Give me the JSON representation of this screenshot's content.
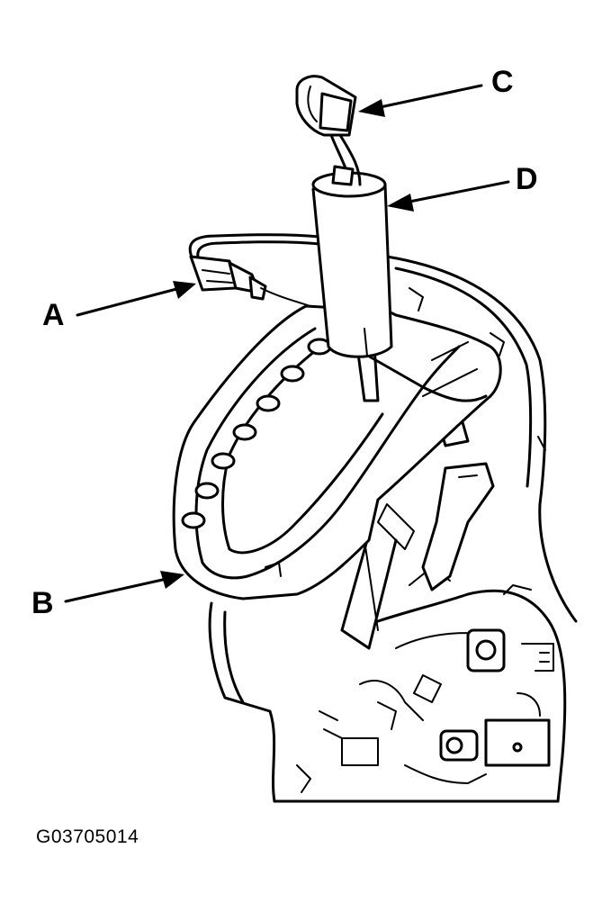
{
  "figure_id": "G03705014",
  "callouts": {
    "a": "A",
    "b": "B",
    "c": "C",
    "d": "D"
  }
}
